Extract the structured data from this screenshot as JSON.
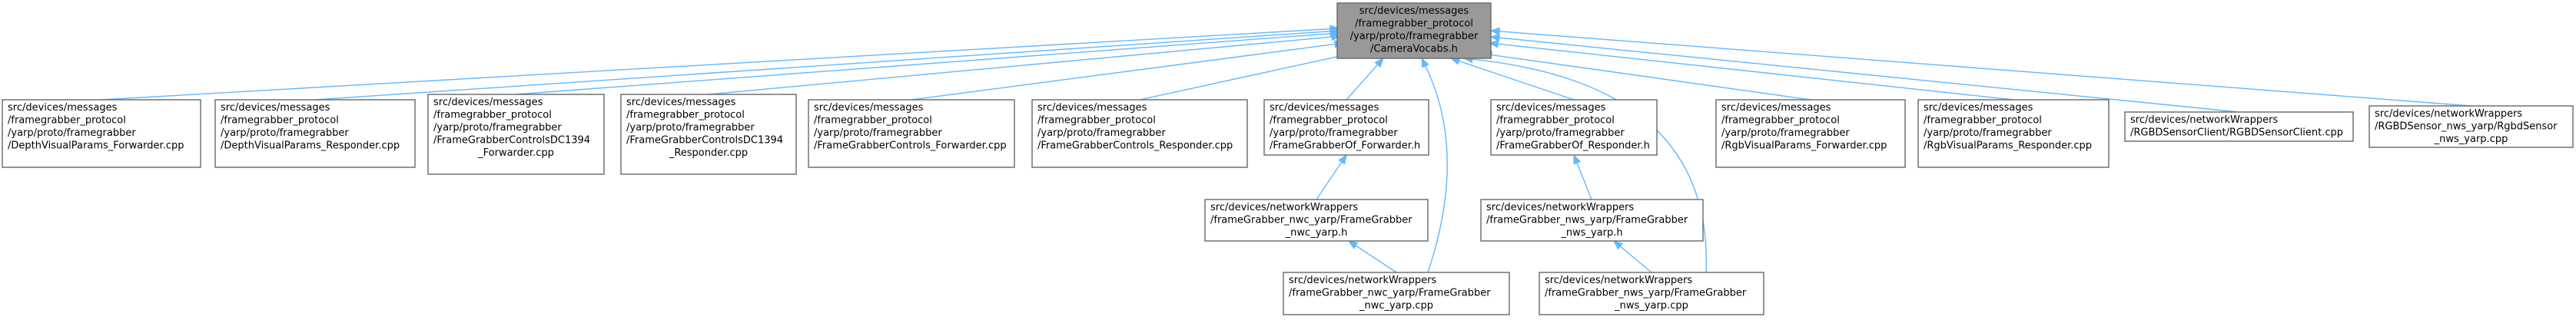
{
  "colors": {
    "root_fill": "#999999",
    "node_fill": "#ffffff",
    "node_border": "#666666",
    "edge": "#63b8ff"
  },
  "nodes": [
    {
      "id": "root",
      "lines": [
        "src/devices/messages",
        "/framegrabber_protocol",
        "/yarp/proto/framegrabber",
        "/CameraVocabs.h"
      ]
    },
    {
      "id": "n1",
      "lines": [
        "src/devices/messages",
        "/framegrabber_protocol",
        "/yarp/proto/framegrabber",
        "/DepthVisualParams_Forwarder.cpp"
      ]
    },
    {
      "id": "n2",
      "lines": [
        "src/devices/messages",
        "/framegrabber_protocol",
        "/yarp/proto/framegrabber",
        "/DepthVisualParams_Responder.cpp"
      ]
    },
    {
      "id": "n3",
      "lines": [
        "src/devices/messages",
        "/framegrabber_protocol",
        "/yarp/proto/framegrabber",
        "/FrameGrabberControlsDC1394",
        "_Forwarder.cpp"
      ]
    },
    {
      "id": "n4",
      "lines": [
        "src/devices/messages",
        "/framegrabber_protocol",
        "/yarp/proto/framegrabber",
        "/FrameGrabberControlsDC1394",
        "_Responder.cpp"
      ]
    },
    {
      "id": "n5",
      "lines": [
        "src/devices/messages",
        "/framegrabber_protocol",
        "/yarp/proto/framegrabber",
        "/FrameGrabberControls_Forwarder.cpp"
      ]
    },
    {
      "id": "n6",
      "lines": [
        "src/devices/messages",
        "/framegrabber_protocol",
        "/yarp/proto/framegrabber",
        "/FrameGrabberControls_Responder.cpp"
      ]
    },
    {
      "id": "n7",
      "lines": [
        "src/devices/messages",
        "/framegrabber_protocol",
        "/yarp/proto/framegrabber",
        "/FrameGrabberOf_Forwarder.h"
      ]
    },
    {
      "id": "n8",
      "lines": [
        "src/devices/messages",
        "/framegrabber_protocol",
        "/yarp/proto/framegrabber",
        "/FrameGrabberOf_Responder.h"
      ]
    },
    {
      "id": "n9",
      "lines": [
        "src/devices/messages",
        "/framegrabber_protocol",
        "/yarp/proto/framegrabber",
        "/RgbVisualParams_Forwarder.cpp"
      ]
    },
    {
      "id": "n10",
      "lines": [
        "src/devices/messages",
        "/framegrabber_protocol",
        "/yarp/proto/framegrabber",
        "/RgbVisualParams_Responder.cpp"
      ]
    },
    {
      "id": "n11",
      "lines": [
        "src/devices/networkWrappers",
        "/RGBDSensorClient/RGBDSensorClient.cpp"
      ]
    },
    {
      "id": "n12",
      "lines": [
        "src/devices/networkWrappers",
        "/RGBDSensor_nws_yarp/RgbdSensor",
        "_nws_yarp.cpp"
      ]
    },
    {
      "id": "n13",
      "lines": [
        "src/devices/networkWrappers",
        "/frameGrabber_nwc_yarp/FrameGrabber",
        "_nwc_yarp.h"
      ]
    },
    {
      "id": "n14",
      "lines": [
        "src/devices/networkWrappers",
        "/frameGrabber_nws_yarp/FrameGrabber",
        "_nws_yarp.h"
      ]
    },
    {
      "id": "n15",
      "lines": [
        "src/devices/networkWrappers",
        "/frameGrabber_nwc_yarp/FrameGrabber",
        "_nwc_yarp.cpp"
      ]
    },
    {
      "id": "n16",
      "lines": [
        "src/devices/networkWrappers",
        "/frameGrabber_nws_yarp/FrameGrabber",
        "_nws_yarp.cpp"
      ]
    }
  ],
  "edges": [
    {
      "from": "n1",
      "to": "root"
    },
    {
      "from": "n2",
      "to": "root"
    },
    {
      "from": "n3",
      "to": "root"
    },
    {
      "from": "n4",
      "to": "root"
    },
    {
      "from": "n5",
      "to": "root"
    },
    {
      "from": "n6",
      "to": "root"
    },
    {
      "from": "n7",
      "to": "root"
    },
    {
      "from": "n8",
      "to": "root"
    },
    {
      "from": "n9",
      "to": "root"
    },
    {
      "from": "n10",
      "to": "root"
    },
    {
      "from": "n11",
      "to": "root"
    },
    {
      "from": "n12",
      "to": "root"
    },
    {
      "from": "n15",
      "to": "root"
    },
    {
      "from": "n16",
      "to": "root"
    },
    {
      "from": "n13",
      "to": "n7"
    },
    {
      "from": "n14",
      "to": "n8"
    },
    {
      "from": "n15",
      "to": "n13"
    },
    {
      "from": "n16",
      "to": "n14"
    }
  ]
}
